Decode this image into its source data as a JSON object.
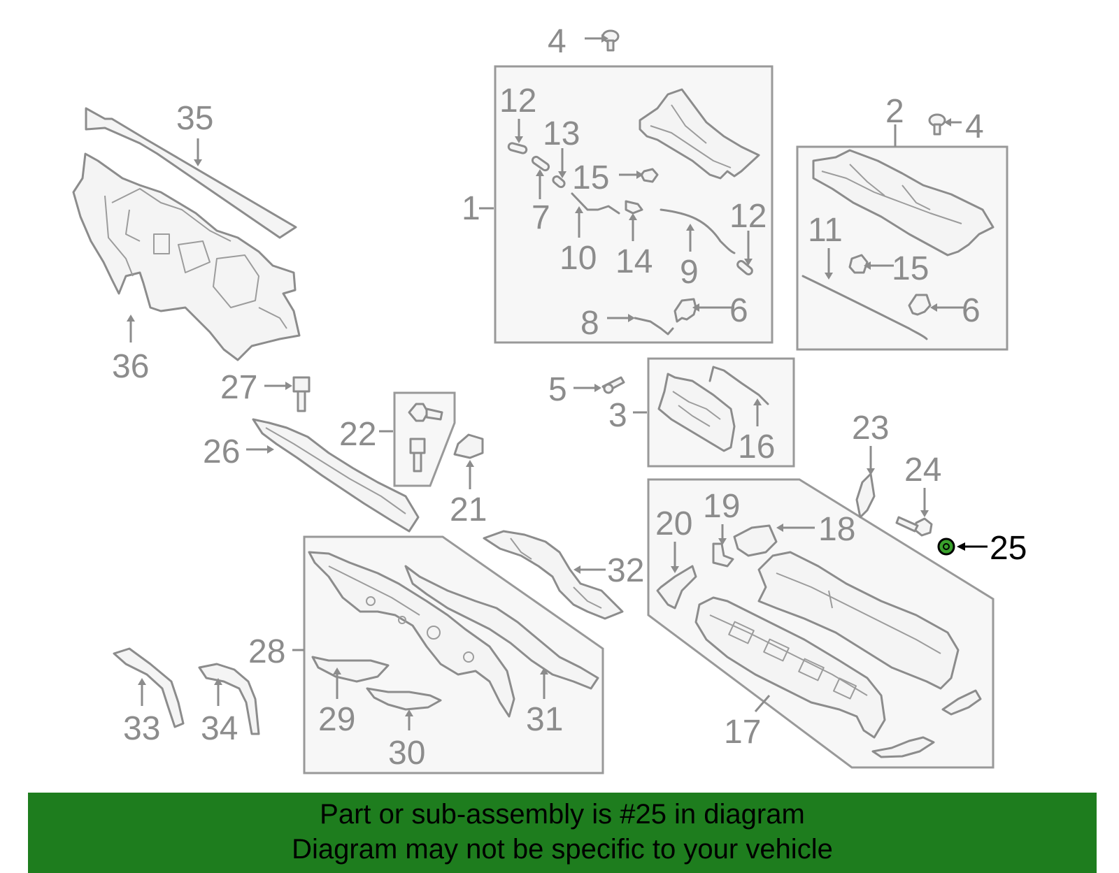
{
  "highlight": {
    "label": "25",
    "color": "#3aa12c"
  },
  "callouts": {
    "c1": "1",
    "c2": "2",
    "c3": "3",
    "c4a": "4",
    "c4b": "4",
    "c5": "5",
    "c6a": "6",
    "c6b": "6",
    "c7": "7",
    "c8": "8",
    "c9": "9",
    "c10": "10",
    "c11": "11",
    "c12a": "12",
    "c12b": "12",
    "c13": "13",
    "c14": "14",
    "c15a": "15",
    "c15b": "15",
    "c16": "16",
    "c17": "17",
    "c18": "18",
    "c19": "19",
    "c20": "20",
    "c21": "21",
    "c22": "22",
    "c23": "23",
    "c24": "24",
    "c26": "26",
    "c27": "27",
    "c28": "28",
    "c29": "29",
    "c30": "30",
    "c31": "31",
    "c32": "32",
    "c33": "33",
    "c34": "34",
    "c35": "35",
    "c36": "36"
  },
  "banner": {
    "line1": "Part or sub-assembly is #25 in diagram",
    "line2": "Diagram may not be specific to your vehicle",
    "background": "#1e7d1e"
  }
}
